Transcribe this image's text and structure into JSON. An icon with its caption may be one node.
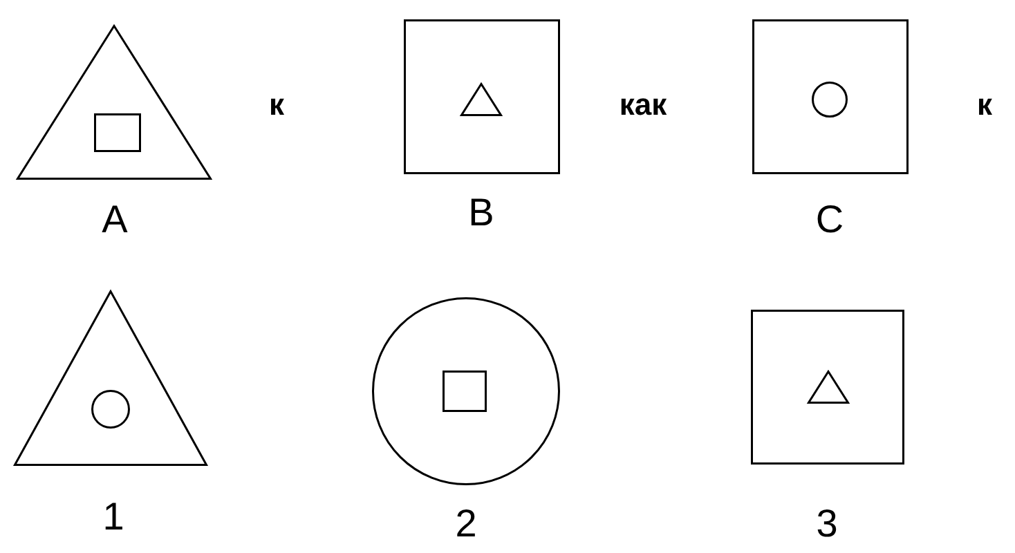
{
  "diagram": {
    "nodes": [
      {
        "text": [],
        "shape": "triangle",
        "beside": [
          "А"
        ]
      },
      {
        "text": [],
        "shape": "box",
        "in": 0
      },
      {
        "text": [],
        "shape": "box",
        "beside": [
          "В"
        ]
      },
      {
        "text": [],
        "shape": "triangle",
        "in": 2
      },
      {
        "text": [],
        "shape": "box",
        "beside": [
          "С"
        ]
      },
      {
        "text": [],
        "shape": "circle",
        "in": 4
      },
      {
        "text": [],
        "shape": "triangle",
        "beside": [
          "1"
        ]
      },
      {
        "text": [],
        "shape": "circle",
        "in": 6
      },
      {
        "text": [],
        "shape": "circle",
        "beside": [
          "2"
        ]
      },
      {
        "text": [],
        "shape": "box",
        "in": 8
      },
      {
        "text": [],
        "shape": "box",
        "beside": [
          "3"
        ]
      },
      {
        "text": [],
        "shape": "triangle",
        "in": 10
      }
    ],
    "edges": [],
    "labels": [
      "к",
      "как",
      "к"
    ]
  }
}
